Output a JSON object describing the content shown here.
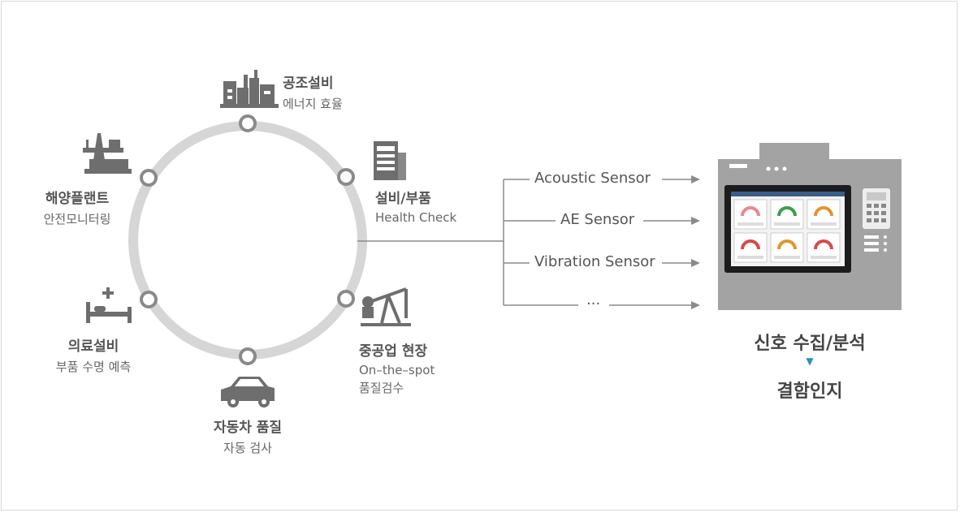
{
  "apps": [
    {
      "id": "hvac",
      "title": "공조설비",
      "sub": "에너지 효율",
      "icon": "factory-icon"
    },
    {
      "id": "facility",
      "title": "설비/부품",
      "sub": "Health Check",
      "icon": "server-rack-icon"
    },
    {
      "id": "heavy",
      "title": "중공업 현장",
      "sub": "On–the–spot",
      "sub2": "품질검수",
      "icon": "pump-jack-icon"
    },
    {
      "id": "auto",
      "title": "자동차 품질",
      "sub": "자동 검사",
      "icon": "car-icon"
    },
    {
      "id": "medical",
      "title": "의료설비",
      "sub": "부품 수명 예측",
      "icon": "hospital-bed-icon"
    },
    {
      "id": "offshore",
      "title": "해양플랜트",
      "sub": "안전모니터링",
      "icon": "offshore-rig-icon"
    }
  ],
  "sensors": [
    "Acoustic Sensor",
    "AE Sensor",
    "Vibration Sensor",
    "···"
  ],
  "device": {
    "line1": "신호 수집/분석",
    "arrow": "▼",
    "line2": "결함인지"
  },
  "colors": {
    "ring": "#d6d6d6",
    "node": "#8a8a8a",
    "icon": "#6e6e6e",
    "device": "#a3a3a3",
    "arrow": "#2b8fbd"
  }
}
